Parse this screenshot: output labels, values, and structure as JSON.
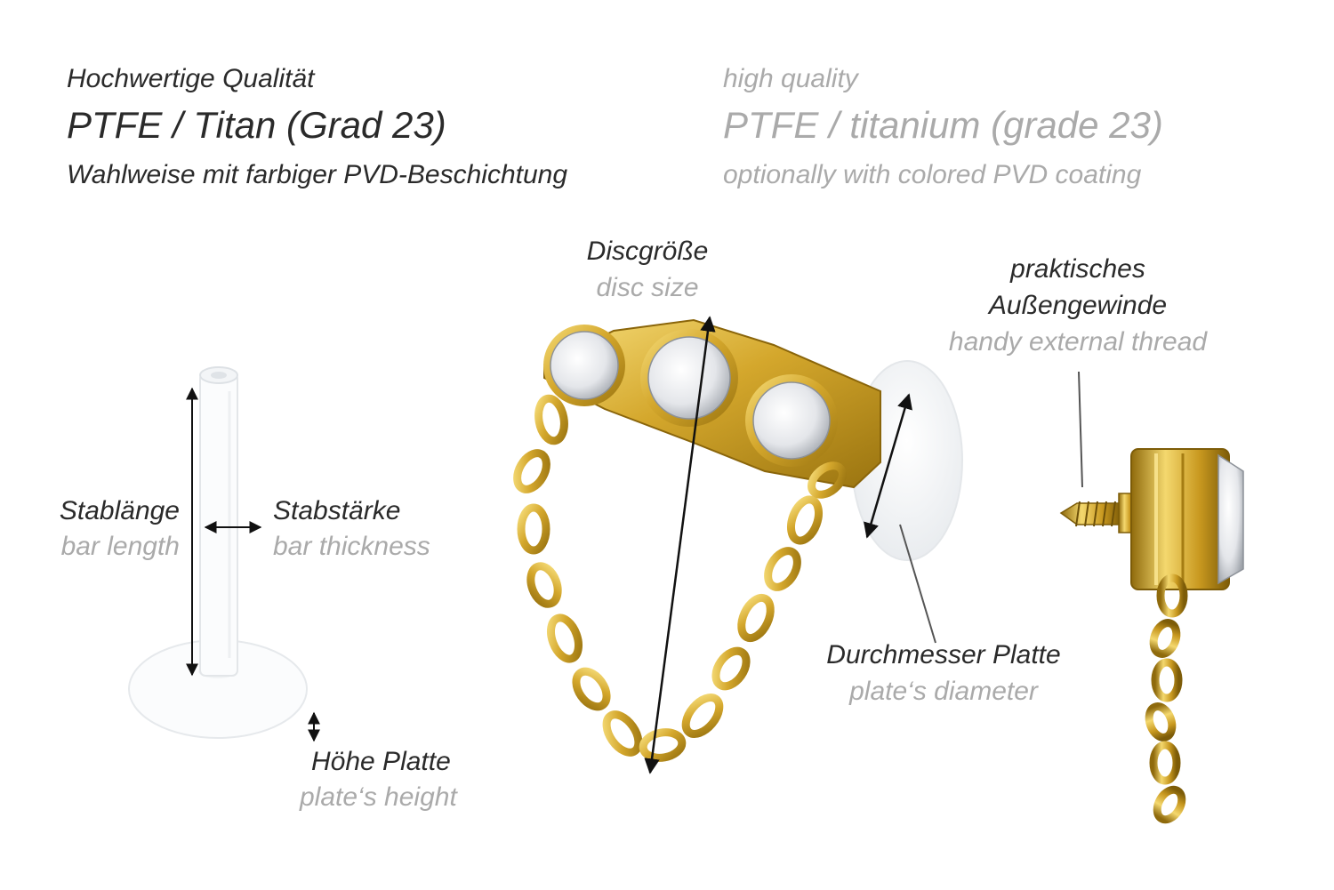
{
  "header": {
    "de": {
      "quality": "Hochwertige Qualität",
      "material": "PTFE / Titan (Grad 23)",
      "coating": "Wahlweise mit farbiger PVD-Beschichtung"
    },
    "en": {
      "quality": "high quality",
      "material": "PTFE / titanium (grade 23)",
      "coating": "optionally with colored PVD coating"
    }
  },
  "labels": {
    "bar_length": {
      "de": "Stablänge",
      "en": "bar length"
    },
    "bar_thickness": {
      "de": "Stabstärke",
      "en": "bar thickness"
    },
    "plate_height": {
      "de": "Höhe Platte",
      "en": "plate‘s height"
    },
    "disc_size": {
      "de": "Discgröße",
      "en": "disc size"
    },
    "plate_diameter": {
      "de": "Durchmesser Platte",
      "en": "plate‘s diameter"
    },
    "external_thread": {
      "de_line1": "praktisches",
      "de_line2": "Außengewinde",
      "en": "handy external thread"
    }
  },
  "colors": {
    "gold": "#d4a72c",
    "gold_dark": "#9a7410",
    "german_text": "#2a2a2a",
    "english_text": "#aaaaaa"
  }
}
